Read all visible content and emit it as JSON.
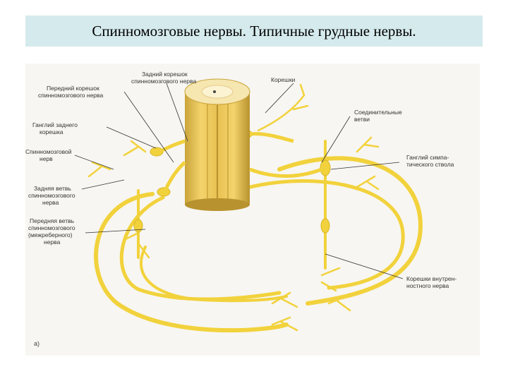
{
  "title": "Спинномозговые нервы. Типичные грудные нервы.",
  "colors": {
    "nerve": "#f2d23c",
    "nerve_dark": "#d9b623",
    "cord": "#f0cf64",
    "cord_dark": "#c9a43a",
    "leader": "#333333",
    "background": "#f7f6f2"
  },
  "labels": {
    "posterior_root_1": "Задний корешок",
    "posterior_root_2": "спинномозгового нерва",
    "anterior_root_1": "Передний корешок",
    "anterior_root_2": "спинномозгового нерва",
    "ganglion_1": "Ганглий заднего",
    "ganglion_2": "корешка",
    "spinal_nerve_1": "Спинномозговой",
    "spinal_nerve_2": "нерв",
    "posterior_branch_1": "Задняя ветвь",
    "posterior_branch_2": "спинномозгового",
    "posterior_branch_3": "нерва",
    "anterior_branch_1": "Передняя ветвь",
    "anterior_branch_2": "спинномозгового",
    "anterior_branch_3": "(межреберного)",
    "anterior_branch_4": "нерва",
    "rootlets": "Корешки",
    "connecting_1": "Соединительные",
    "connecting_2": "ветви",
    "sympathetic_1": "Ганглий симпа-",
    "sympathetic_2": "тического ствола",
    "internal_1": "Корешки внутрен-",
    "internal_2": "ностного нерва",
    "figure_letter": "а)"
  }
}
